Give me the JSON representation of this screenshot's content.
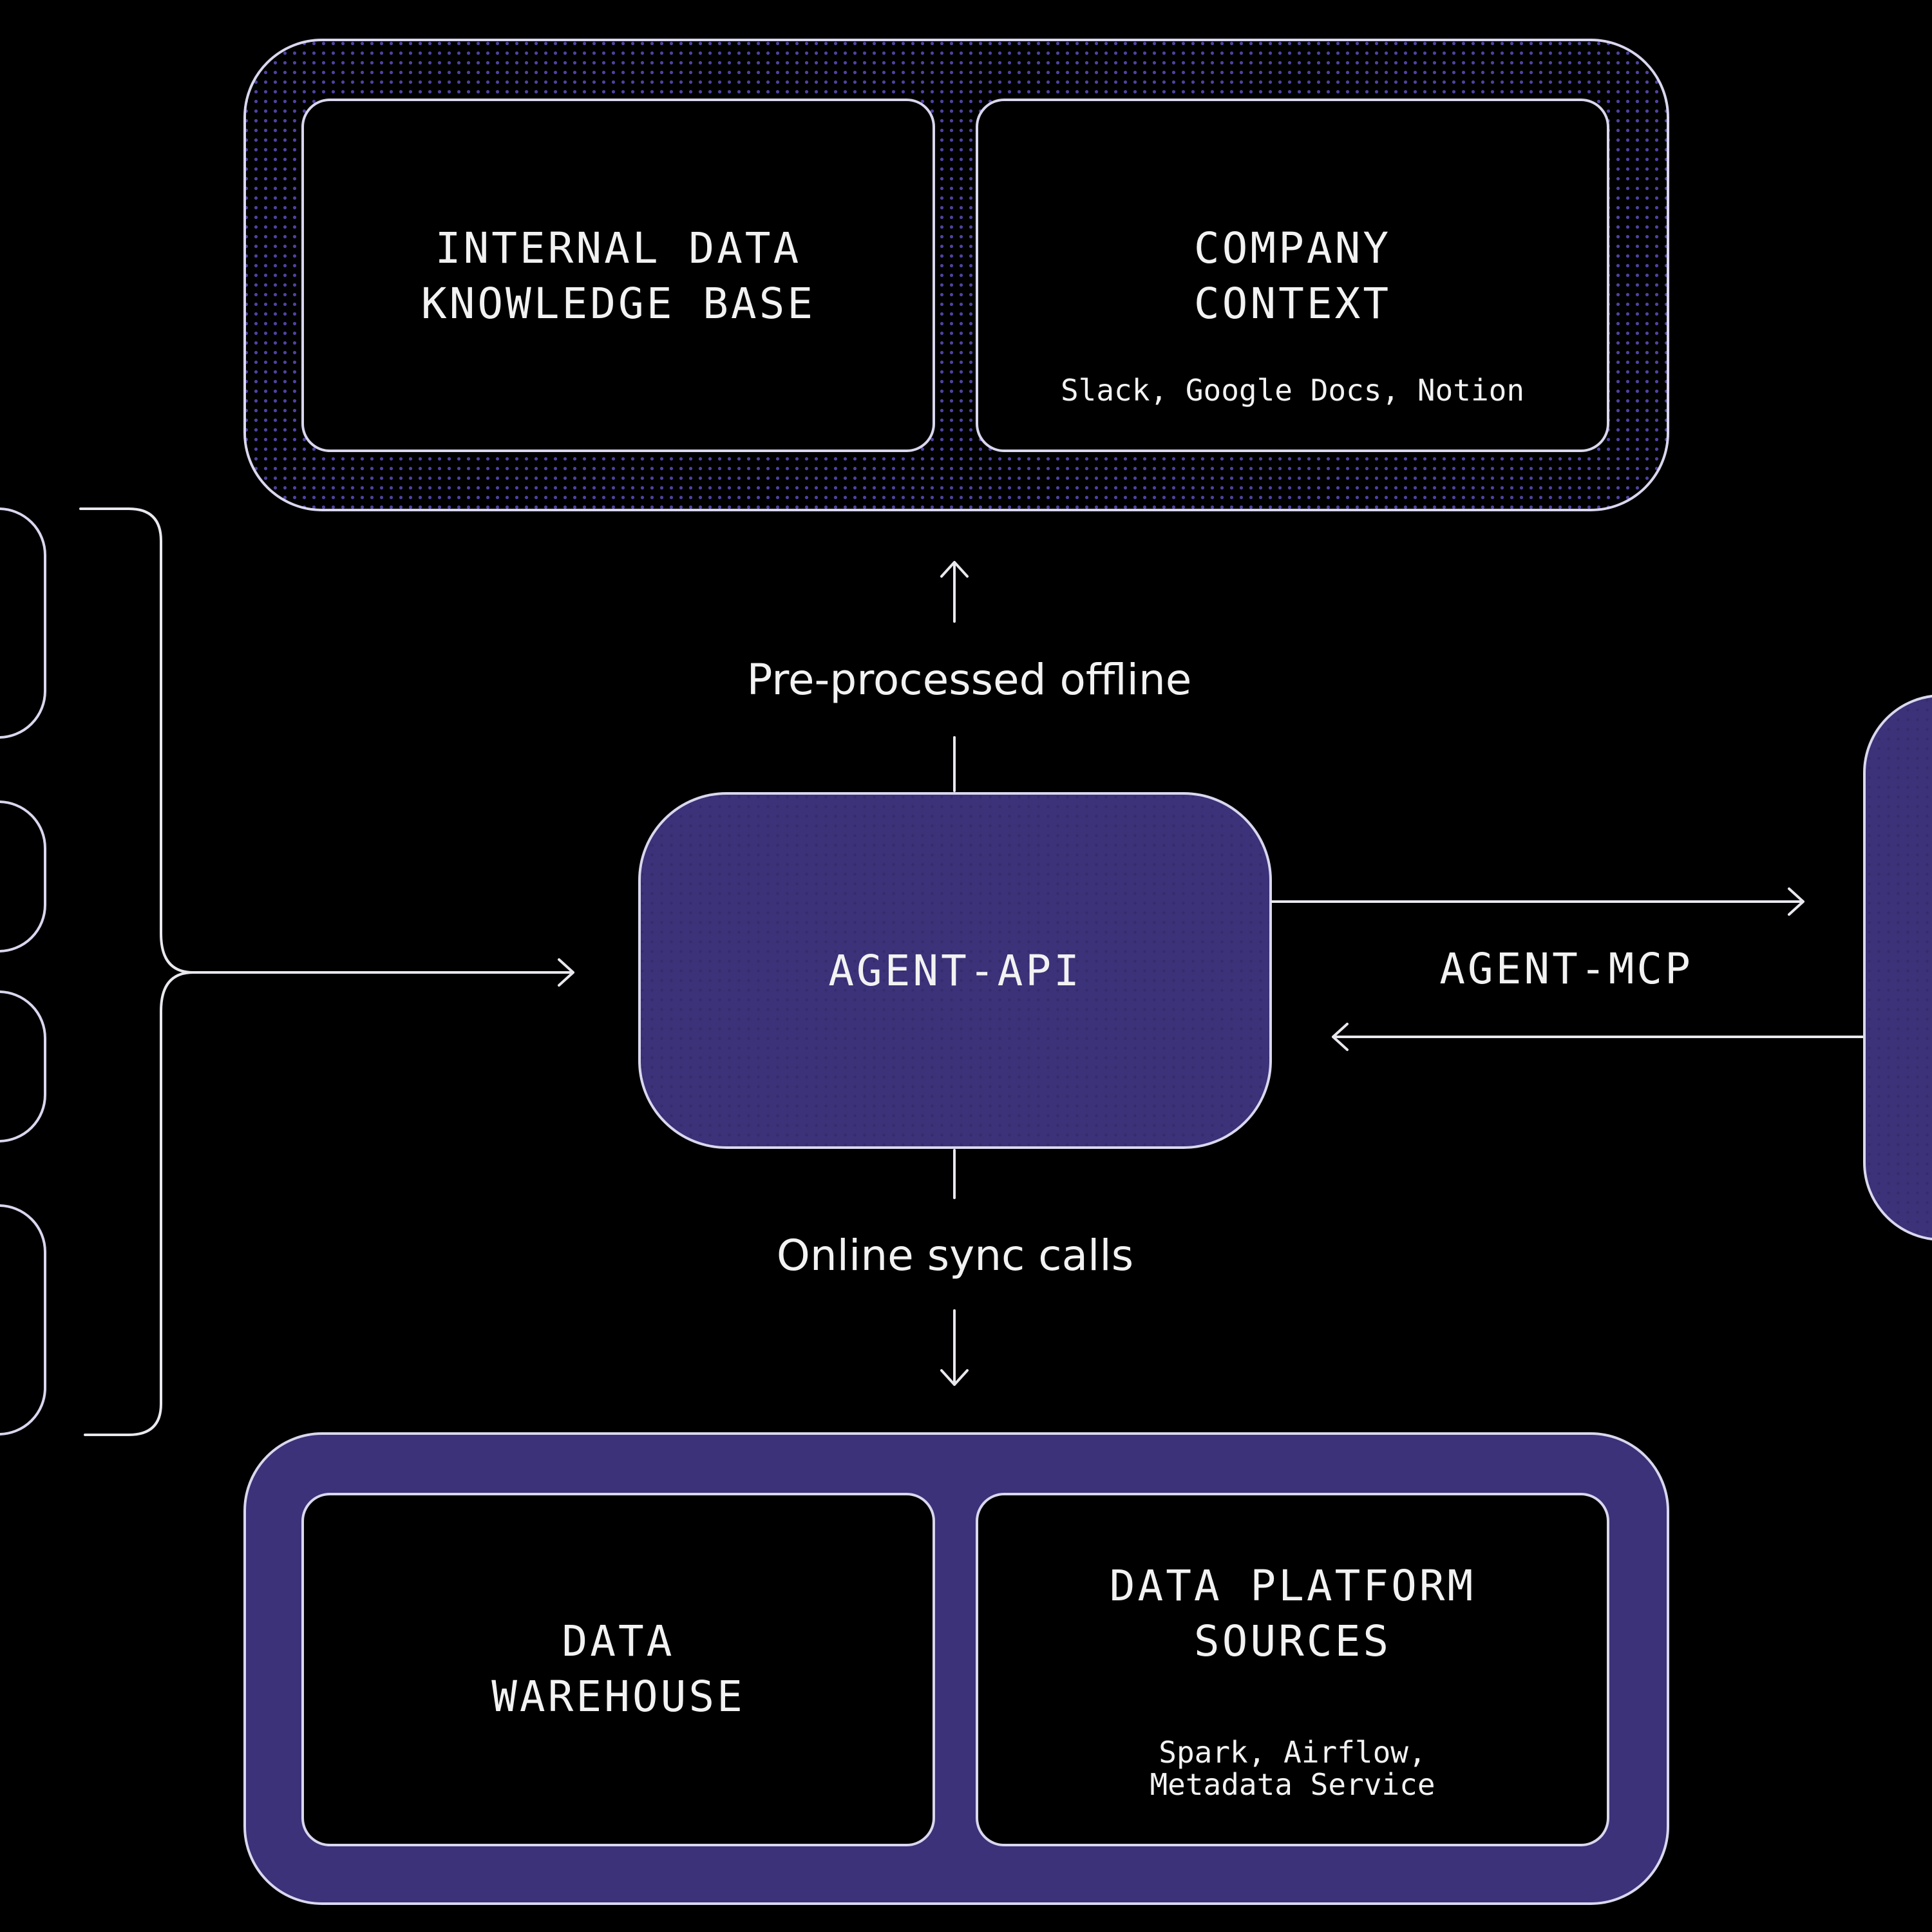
{
  "colors": {
    "background": "#000000",
    "accent_purple": "#3b3279",
    "stroke": "#e8e8ee",
    "dot": "#5a4fb0"
  },
  "top_group": {
    "left_box": {
      "title_line1": "INTERNAL DATA",
      "title_line2": "KNOWLEDGE BASE"
    },
    "right_box": {
      "title_line1": "COMPANY",
      "title_line2": "CONTEXT",
      "subtitle": "Slack, Google Docs, Notion"
    }
  },
  "flow_labels": {
    "up": "Pre-processed offline",
    "down": "Online sync calls"
  },
  "center_box": {
    "title": "AGENT-API"
  },
  "mcp_link": {
    "label": "AGENT-MCP"
  },
  "bottom_group": {
    "left_box": {
      "title_line1": "DATA",
      "title_line2": "WAREHOUSE"
    },
    "right_box": {
      "title_line1": "DATA PLATFORM",
      "title_line2": "SOURCES",
      "subtitle_line1": "Spark, Airflow,",
      "subtitle_line2": "Metadata Service"
    }
  }
}
